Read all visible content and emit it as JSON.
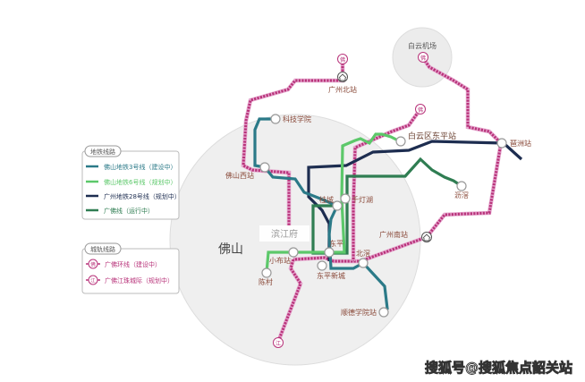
{
  "legend_metro": {
    "title": "地铁线路",
    "items": [
      {
        "label": "佛山地铁3号线（建设中）",
        "color": "#2b7a88"
      },
      {
        "label": "佛山地铁6号线（规划中）",
        "color": "#5cc86a"
      },
      {
        "label": "广州地铁28号线（规划中）",
        "color": "#1d2d50"
      },
      {
        "label": "广佛线（运行中）",
        "color": "#2f7d52"
      }
    ]
  },
  "legend_intercity": {
    "title": "城轨线路",
    "items": [
      {
        "label": "广佛环线（建设中）",
        "icon": "佛",
        "color": "#b8337a"
      },
      {
        "label": "广佛江珠城际（规划中）",
        "icon": "江",
        "color": "#b8337a"
      }
    ]
  },
  "regions": {
    "airport": "白云机场",
    "foshan": "佛山"
  },
  "stations": {
    "guangzhou_north": "广州北站",
    "keji_xueyuan": "科技学院",
    "foshan_west": "佛山西站",
    "guicheng": "桂城",
    "qiandenghu": "千灯湖",
    "baiyun_dongping": "白云区东平站",
    "pazhou": "琶洲站",
    "lijiao": "沥滘",
    "dongping": "东平",
    "xiaobu": "小布站",
    "beijiao": "北滘",
    "dongping_xincheng": "东平新城",
    "chencun": "陈村",
    "guangzhou_south": "广州南站",
    "shunde_xueyuan": "顺德学院站"
  },
  "icons": {
    "fo": "佛",
    "jiang": "江"
  },
  "project_logo": "滨江府",
  "watermark": "搜狐号@搜狐焦点韶关站"
}
